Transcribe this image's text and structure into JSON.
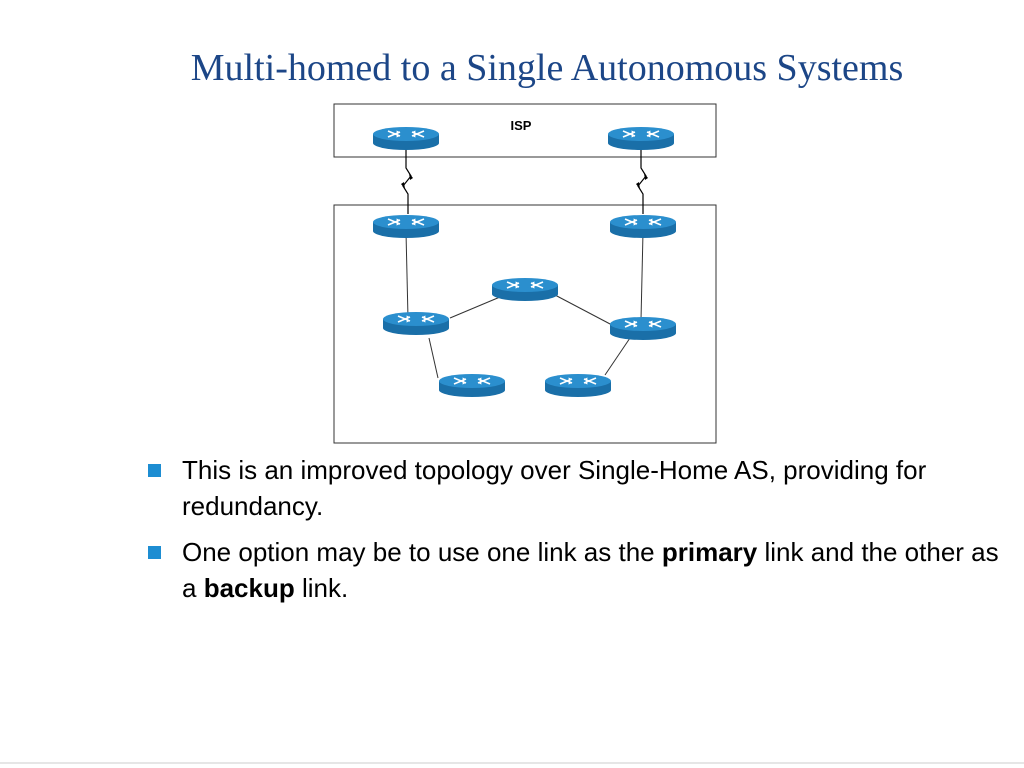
{
  "slide": {
    "title": "Multi-homed to a Single Autonomous Systems"
  },
  "diagram": {
    "isp_label": "ISP",
    "router_icon": "router-icon",
    "link_icon": "serial-link-icon",
    "colors": {
      "router_top": "#2b8fce",
      "router_side": "#1a6fa8",
      "router_stripe": "#ffffff",
      "line": "#333333"
    }
  },
  "bullets": [
    {
      "parts": [
        "This is an improved topology over Single-Home AS, providing for redundancy."
      ]
    },
    {
      "part1": "One option may be to use one link as the ",
      "bold1": "primary",
      "part2": " link and the other as a ",
      "bold2": "backup",
      "part3": " link."
    }
  ],
  "colors": {
    "title": "#1c4687",
    "bullet_marker": "#1d8dd2"
  }
}
